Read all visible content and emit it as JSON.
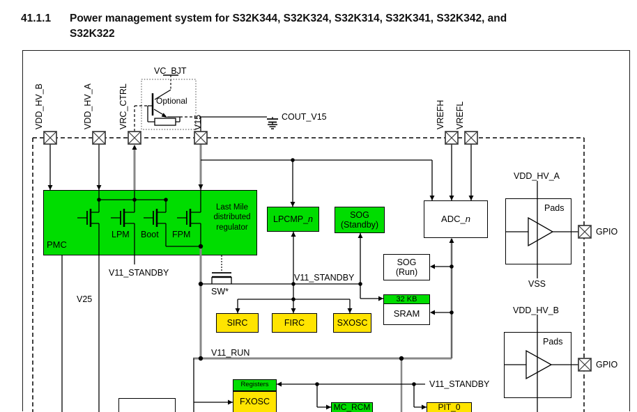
{
  "heading": {
    "number": "41.1.1",
    "line1": "Power management system for S32K344, S32K324, S32K314, S32K341, S32K342, and",
    "line2": "S32K322"
  },
  "pins": {
    "vdd_hv_b": "VDD_HV_B",
    "vdd_hv_a": "VDD_HV_A",
    "vrc_ctrl": "VRC_CTRL",
    "vc_bjt": "VC_BJT",
    "v15": "V15",
    "cout_v15": "COUT_V15",
    "vrefh": "VREFH",
    "vrefl": "VREFL",
    "gpio_a": "GPIO",
    "gpio_b": "GPIO"
  },
  "annotations": {
    "optional": "Optional",
    "sw": "SW*",
    "v25": "V25",
    "vss": "VSS",
    "v11_standby_pmc": "V11_STANDBY",
    "v11_standby_mid": "V11_STANDBY",
    "v11_standby_bottom": "V11_STANDBY",
    "v11_run": "V11_RUN",
    "vdd_hv_a_pads": "VDD_HV_A",
    "vdd_hv_b_pads": "VDD_HV_B"
  },
  "blocks": {
    "pmc": "PMC",
    "lpm": "LPM",
    "boot": "Boot",
    "fpm": "FPM",
    "last_mile": "Last Mile\ndistributed\nregulator",
    "lpcmp_prefix": "LPCMP_",
    "lpcmp_suffix": "n",
    "sog_standby": "SOG\n(Standby)",
    "adc_prefix": "ADC_",
    "adc_suffix": "n",
    "sog_run": "SOG\n(Run)",
    "sram_size": "32 KB",
    "sram": "SRAM",
    "sirc": "SIRC",
    "firc": "FIRC",
    "sxosc": "SXOSC",
    "registers": "Registers",
    "fxosc": "FXOSC",
    "mc_rcm": "MC_RCM",
    "pit_0": "PIT_0",
    "pads_a": "Pads",
    "pads_b": "Pads"
  },
  "colors": {
    "green": "#00dd00",
    "yellow": "#ffe400",
    "gray_wire": "#888888"
  }
}
